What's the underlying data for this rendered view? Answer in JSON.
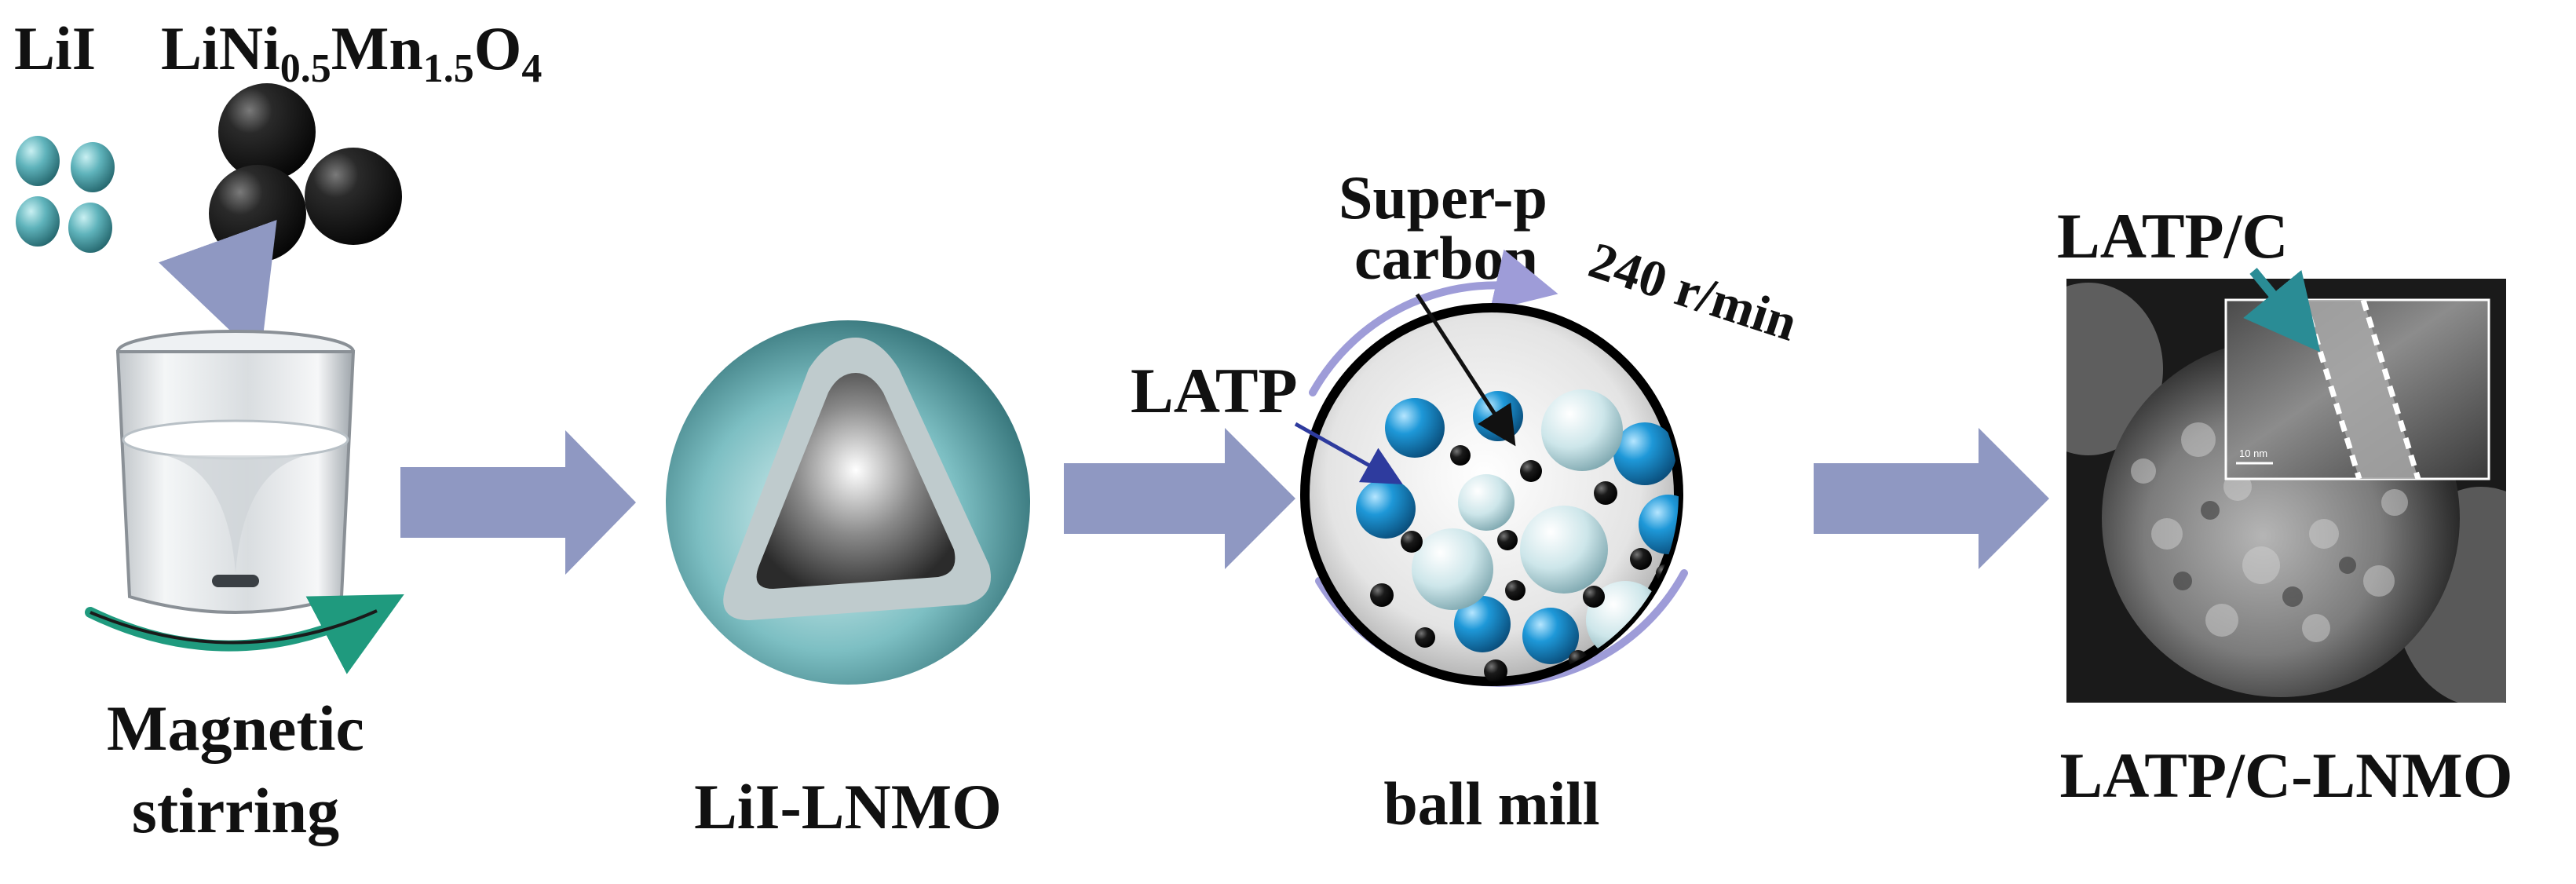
{
  "labels": {
    "lii": "LiI",
    "lnmo_formula": {
      "base1": "LiNi",
      "sub1": "0.5",
      "base2": "Mn",
      "sub2": "1.5",
      "base3": "O",
      "sub3": "4"
    },
    "magnetic_line1": "Magnetic",
    "magnetic_line2": "stirring",
    "lii_lnmo": "LiI-LNMO",
    "super_p_line1": "Super-p",
    "super_p_line2": "carbon",
    "speed": "240 r/min",
    "latp": "LATP",
    "ball_mill": "ball mill",
    "latp_c": "LATP/C",
    "final_product": "LATP/C-LNMO",
    "scale_bar": "10 nm"
  },
  "colors": {
    "arrow": "#8f98c2",
    "lii_particle": "#4e9ca5",
    "lnmo_particle": "#1c1c1c",
    "latp_ball": "#1a8fd0",
    "light_ball": "#cfe6ea",
    "carbon": "#111111",
    "stir_arrow": "#1f9a7e",
    "mill_rotation": "#9e9cd8",
    "pointer_arrow": "#2e3b9e",
    "latp_c_arrow": "#2a8c95"
  }
}
